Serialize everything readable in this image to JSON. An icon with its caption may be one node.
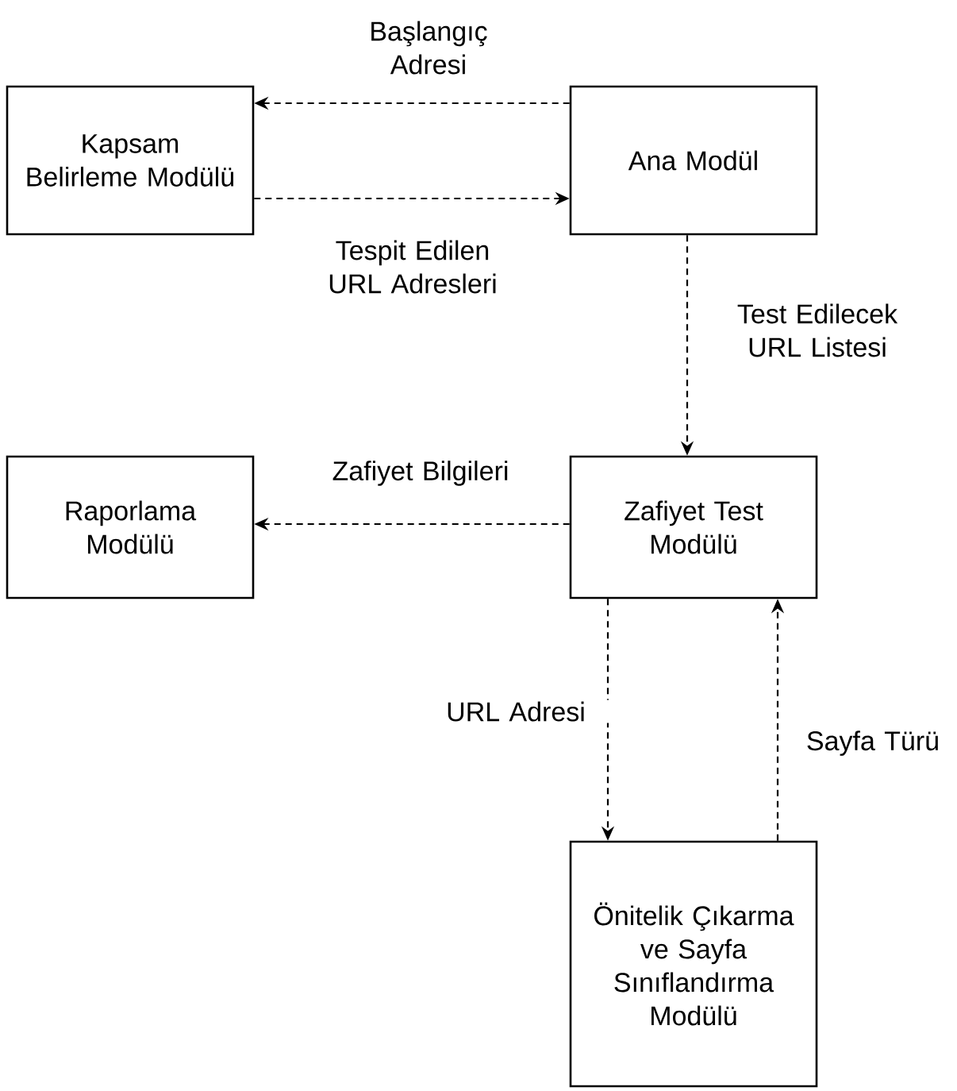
{
  "diagram": {
    "nodes": [
      {
        "text": [
          "Kapsam Belirleme Modülü"
        ]
      },
      {
        "text": [
          "Ana Modül"
        ]
      },
      {
        "text": [
          "Raporlama Modülü"
        ]
      },
      {
        "text": [
          "Zafiyet Test Modülü"
        ]
      },
      {
        "text": [
          "Önitelik Çıkarma ve Sayfa Sınıflandırma Modülü"
        ]
      }
    ],
    "edges": [
      {
        "from": 1,
        "to": 0,
        "arrow": "to",
        "style": "dashed",
        "label": "Başlangıç Adresi"
      },
      {
        "from": 0,
        "to": 1,
        "arrow": "to",
        "style": "dashed",
        "label": "Tespit Edilen URL Adresleri"
      },
      {
        "from": 1,
        "to": 3,
        "arrow": "to",
        "style": "dashed",
        "label": "Test Edilecek URL Listesi"
      },
      {
        "from": 3,
        "to": 2,
        "arrow": "to",
        "style": "dashed",
        "label": "Zafiyet Bilgileri"
      },
      {
        "from": 3,
        "to": 4,
        "arrow": "to",
        "style": "dashed",
        "label": "URL Adresi"
      },
      {
        "from": 4,
        "to": 3,
        "arrow": "to",
        "style": "dashed",
        "label": "Sayfa Türü"
      }
    ]
  }
}
